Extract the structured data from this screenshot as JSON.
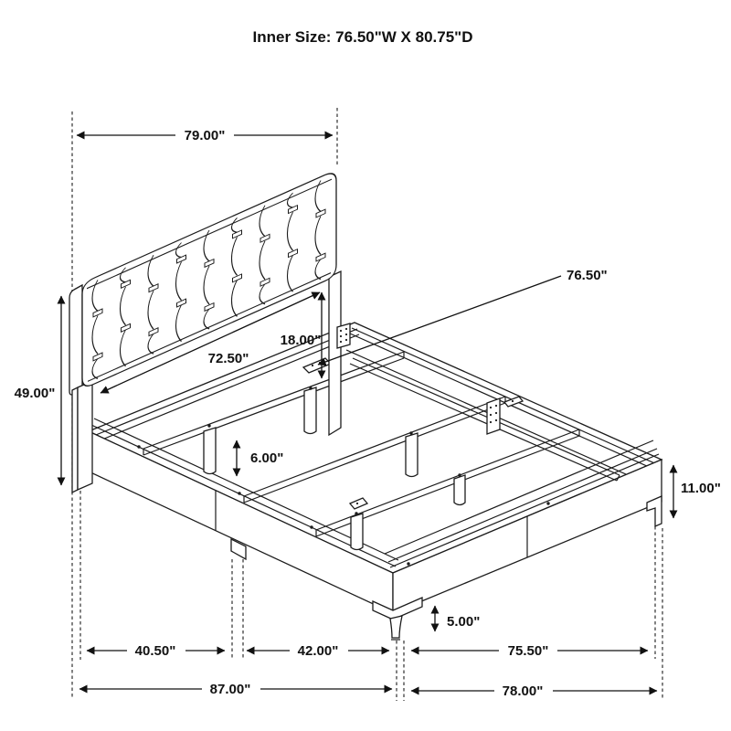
{
  "title": "Inner Size: 76.50\"W X 80.75\"D",
  "measurements": {
    "overall_width": "79.00\"",
    "headboard_height": "49.00\"",
    "headboard_width": "72.50\"",
    "headboard_panel_height": "18.00\"",
    "slat_length": "76.50\"",
    "center_leg_height": "6.00\"",
    "rail_height": "11.00\"",
    "floor_clearance": "5.00\"",
    "segment_front_left": "40.50\"",
    "segment_front_right": "42.00\"",
    "segment_side": "75.50\"",
    "overall_front": "87.00\"",
    "overall_side": "78.00\""
  }
}
